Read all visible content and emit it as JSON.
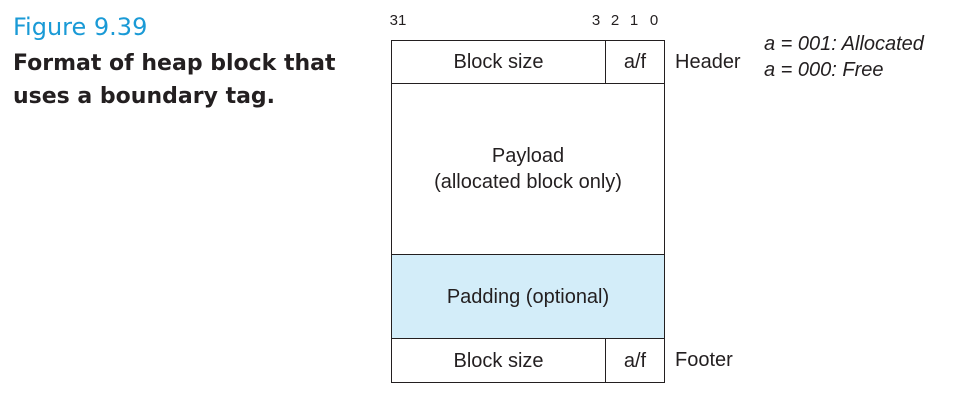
{
  "figure": {
    "number": "Figure 9.39",
    "caption": "Format of heap block that uses a boundary tag."
  },
  "bit_labels": [
    "31",
    "3",
    "2",
    "1",
    "0"
  ],
  "header_row": {
    "size_label": "Block size",
    "flag_label": "a/f",
    "side_label": "Header"
  },
  "payload_row": {
    "line1": "Payload",
    "line2": "(allocated block only)"
  },
  "padding_row": {
    "label": "Padding (optional)",
    "fill_color": "#d3edf9"
  },
  "footer_row": {
    "size_label": "Block size",
    "flag_label": "a/f",
    "side_label": "Footer"
  },
  "notes": {
    "allocated": "a = 001: Allocated",
    "free": "a = 000: Free"
  },
  "colors": {
    "figure_number": "#1a9ad6",
    "text": "#231f20"
  }
}
